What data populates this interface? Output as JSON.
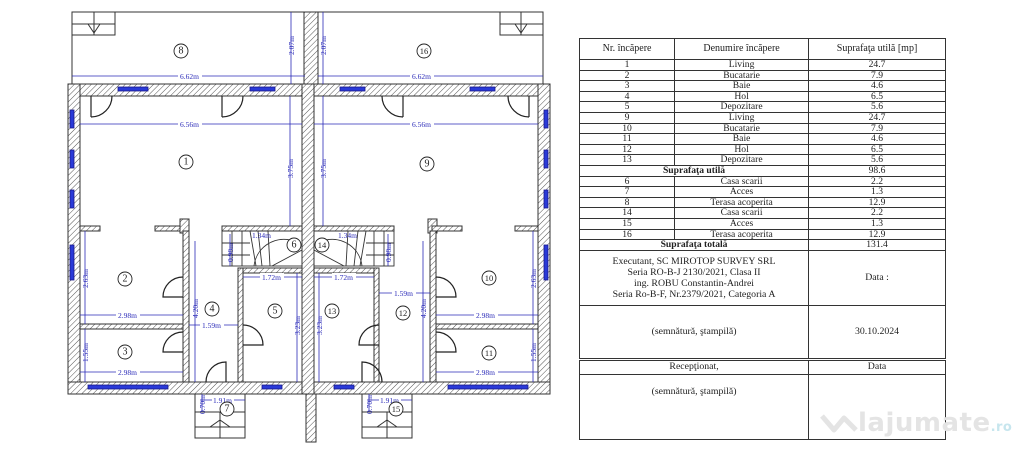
{
  "floor_plan": {
    "dimensions": {
      "terrace_width": "6.62m",
      "terrace_depth": "2.07m",
      "living_width": "6.56m",
      "living_depth": "3.75m",
      "kitchen_depth": "2.63m",
      "kitchen_width": "2.98m",
      "bath_depth": "1.55m",
      "bath_width": "2.98m",
      "hall_depth": "4.20m",
      "hall_width": "1.59m",
      "storage_width": "1.72m",
      "storage_depth": "3.23m",
      "stair_width": "1.34m",
      "stair_depth": "0.98m",
      "access_width": "1.91m",
      "access_depth": "0.70m"
    },
    "room_labels": [
      "1",
      "2",
      "3",
      "4",
      "5",
      "6",
      "7",
      "8",
      "9",
      "10",
      "11",
      "12",
      "13",
      "14",
      "15",
      "16"
    ]
  },
  "table": {
    "headers": [
      "Nr. încăpere",
      "Denumire încăpere",
      "Suprafaţa utilă [mp]"
    ],
    "useful_rows": [
      {
        "nr": "1",
        "name": "Living",
        "area": "24.7"
      },
      {
        "nr": "2",
        "name": "Bucatarie",
        "area": "7.9"
      },
      {
        "nr": "3",
        "name": "Baie",
        "area": "4.6"
      },
      {
        "nr": "4",
        "name": "Hol",
        "area": "6.5"
      },
      {
        "nr": "5",
        "name": "Depozitare",
        "area": "5.6"
      },
      {
        "nr": "9",
        "name": "Living",
        "area": "24.7"
      },
      {
        "nr": "10",
        "name": "Bucatarie",
        "area": "7.9"
      },
      {
        "nr": "11",
        "name": "Baie",
        "area": "4.6"
      },
      {
        "nr": "12",
        "name": "Hol",
        "area": "6.5"
      },
      {
        "nr": "13",
        "name": "Depozitare",
        "area": "5.6"
      }
    ],
    "useful_total_label": "Suprafaţa utilă",
    "useful_total_value": "98.6",
    "other_rows": [
      {
        "nr": "6",
        "name": "Casa scarii",
        "area": "2.2"
      },
      {
        "nr": "7",
        "name": "Acces",
        "area": "1.3"
      },
      {
        "nr": "8",
        "name": "Terasa acoperita",
        "area": "12.9"
      },
      {
        "nr": "14",
        "name": "Casa scarii",
        "area": "2.2"
      },
      {
        "nr": "15",
        "name": "Acces",
        "area": "1.3"
      },
      {
        "nr": "16",
        "name": "Terasa acoperita",
        "area": "12.9"
      }
    ],
    "grand_total_label": "Suprafaţa totală",
    "grand_total_value": "131.4",
    "executant": {
      "line1": "Executant, SC MIROTOP SURVEY SRL",
      "line2": "Seria RO-B-J 2130/2021, Clasa II",
      "line3": "ing. ROBU Constantin-Andrei",
      "line4": "Seria Ro-B-F, Nr.2379/2021, Categoria A"
    },
    "data_label": "Data :",
    "signature_label": "(semnătură, ştampilă)",
    "date_value": "30.10.2024",
    "received_label": "Recepţionat,",
    "received_date_label": "Data",
    "received_signature_label": "(semnătură, ştampilă)"
  },
  "watermark": {
    "text": "lajumate",
    "suffix": ".ro"
  }
}
